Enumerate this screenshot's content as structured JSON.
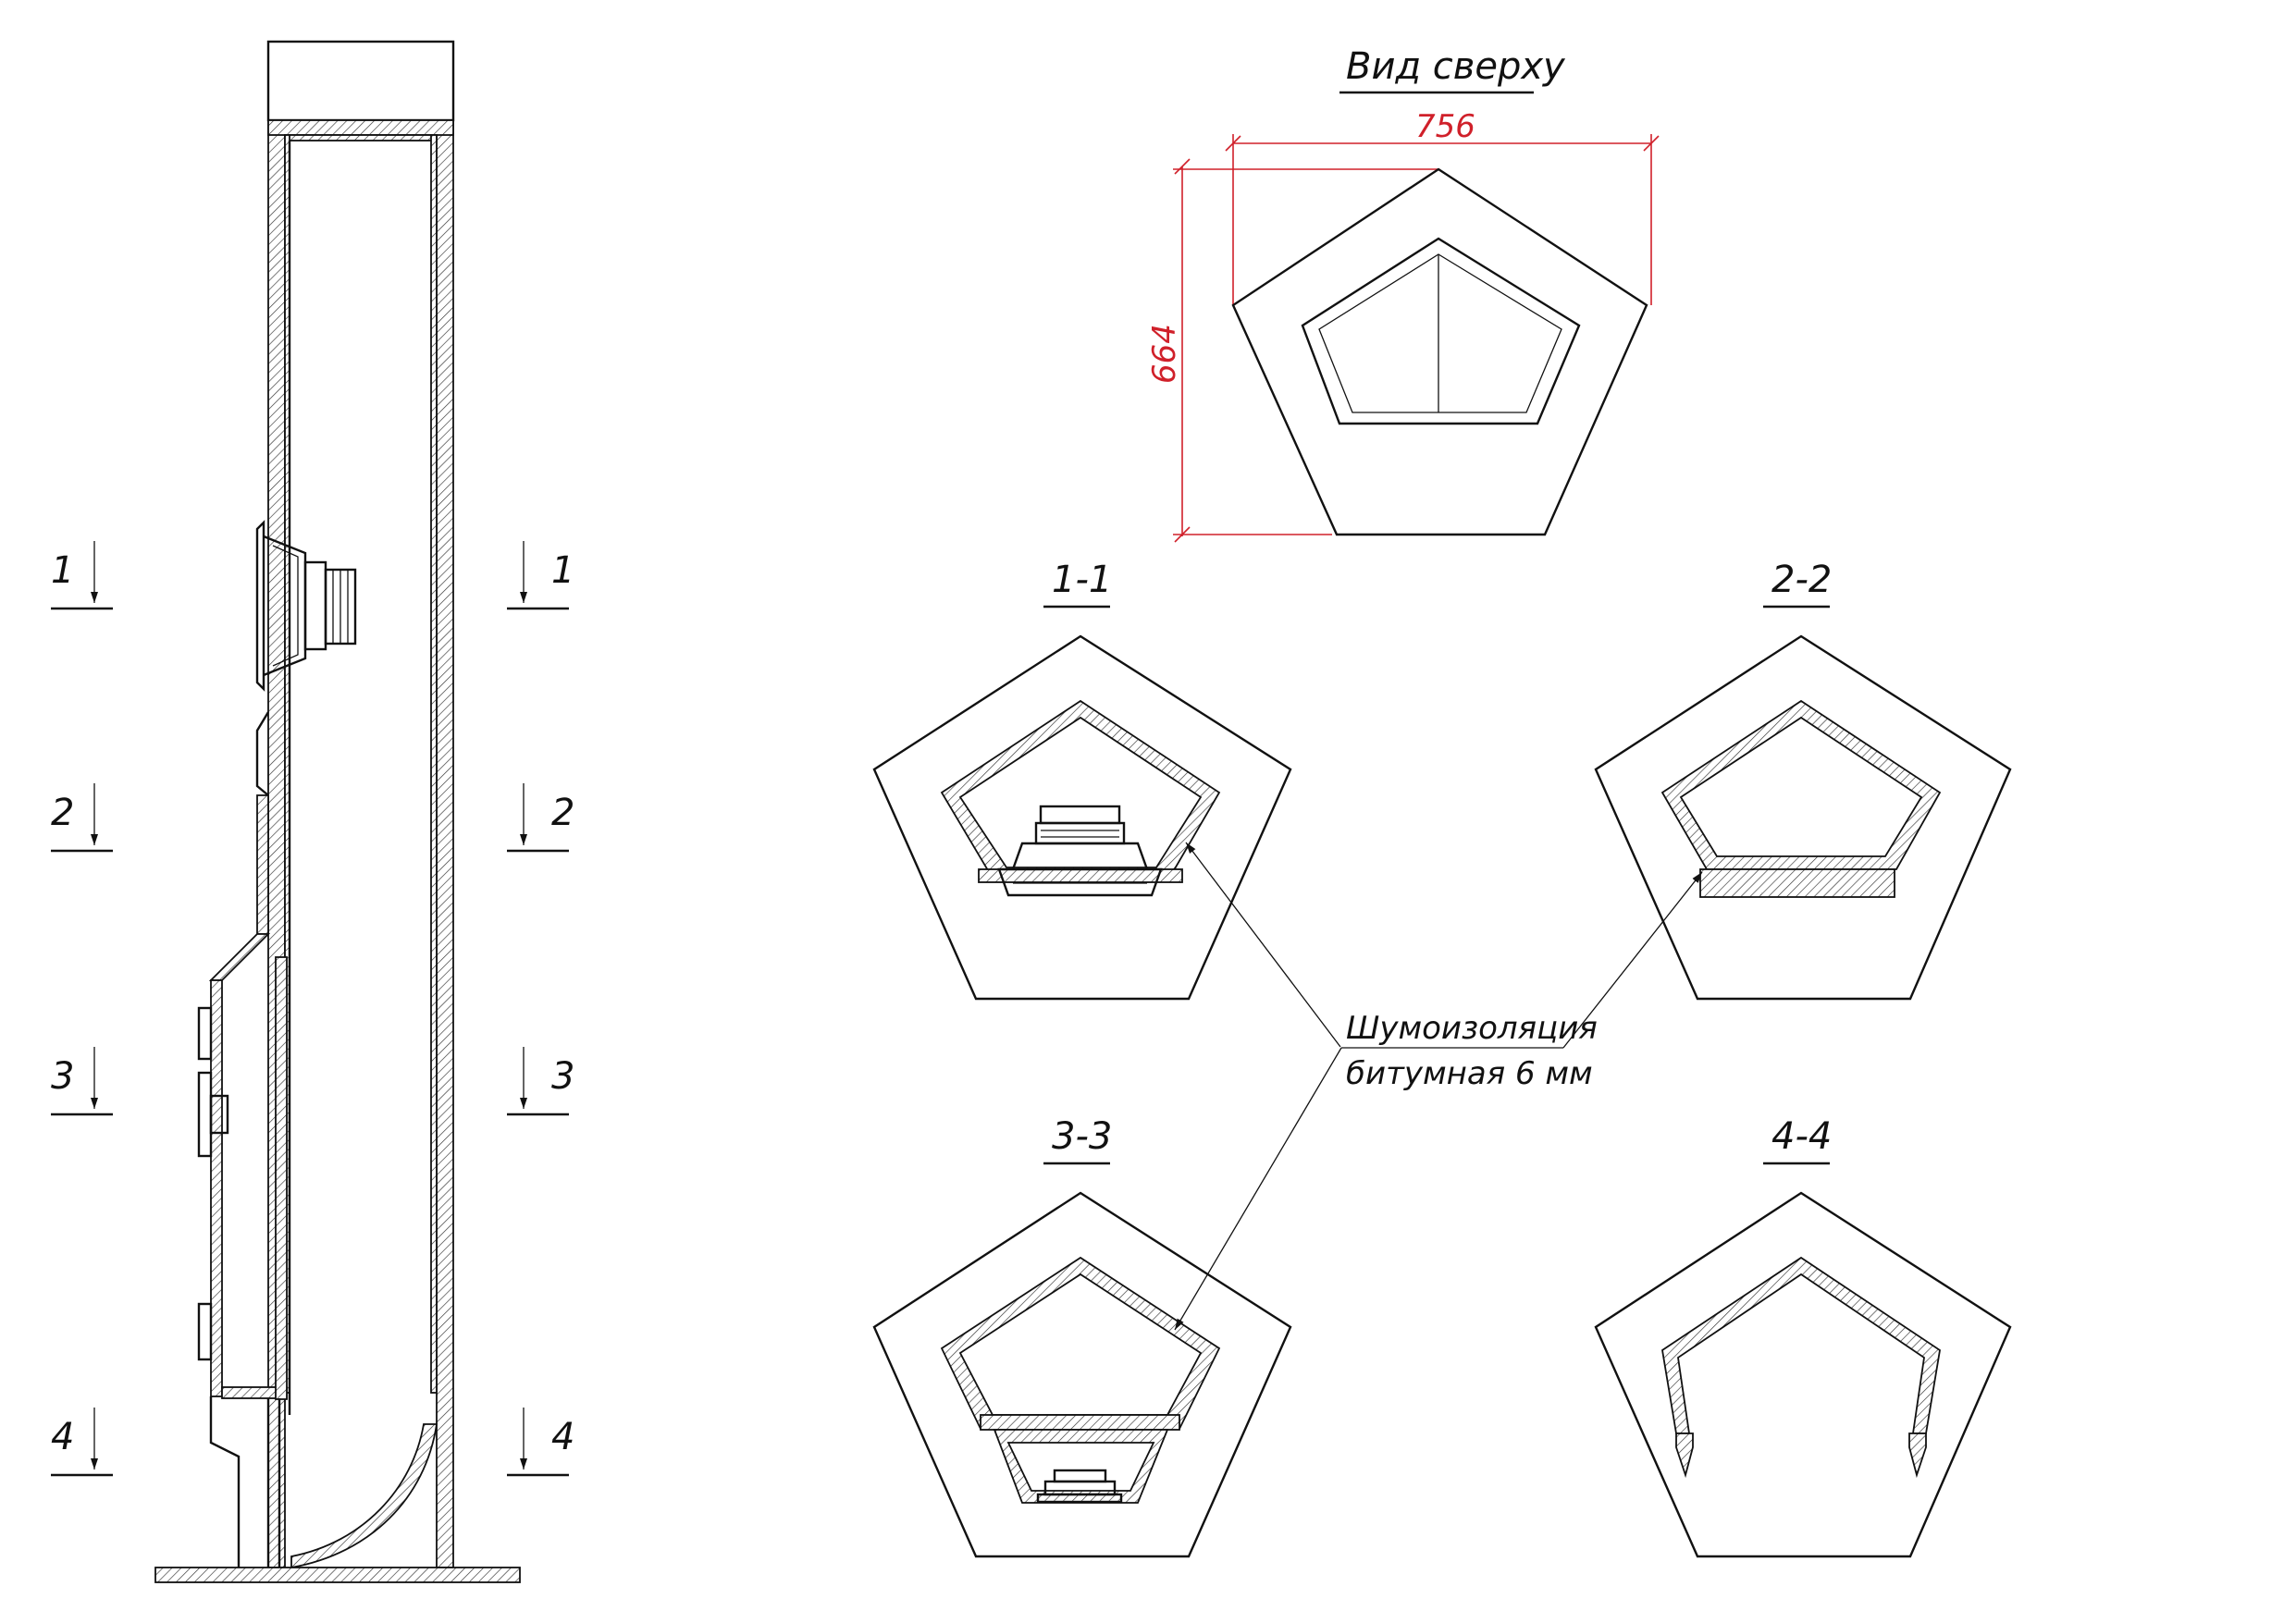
{
  "top_view": {
    "title": "Вид сверху",
    "width_label": "756",
    "depth_label": "664"
  },
  "section_marks": [
    "1",
    "2",
    "3",
    "4"
  ],
  "sections": [
    {
      "id": "s11",
      "label": "1-1"
    },
    {
      "id": "s22",
      "label": "2-2"
    },
    {
      "id": "s33",
      "label": "3-3"
    },
    {
      "id": "s44",
      "label": "4-4"
    }
  ],
  "callout": {
    "line1": "Шумоизоляция",
    "line2": "битумная 6 мм"
  },
  "colors": {
    "line": "#111111",
    "dimension": "#d0202a",
    "background": "#ffffff"
  }
}
